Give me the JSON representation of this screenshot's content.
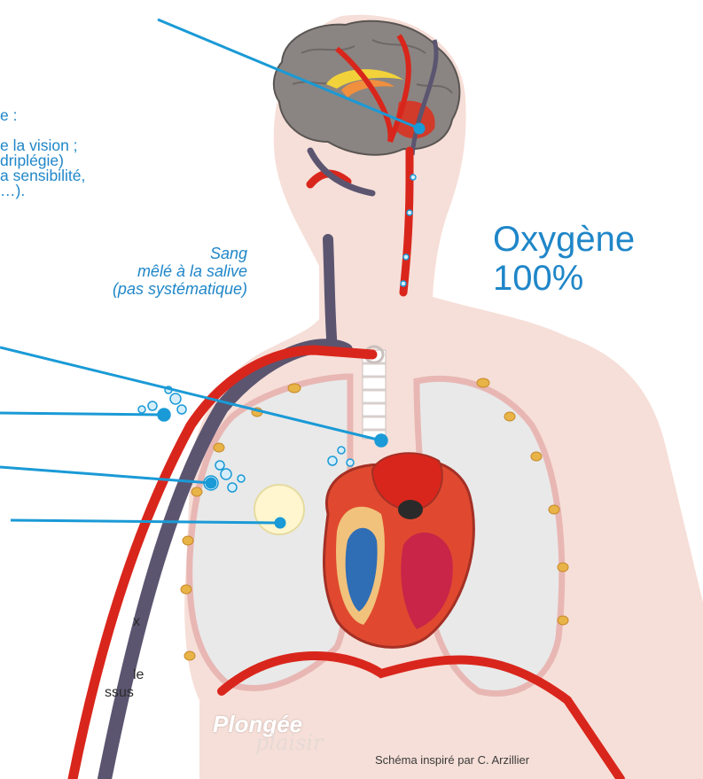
{
  "left_text": {
    "line1": "e :",
    "line2": "",
    "line3": "e la vision ;",
    "line4": "driplégie)",
    "line5": "a sensibilité,",
    "line6": "…)."
  },
  "saliva_label": {
    "line1": "Sang",
    "line2": "mêlé à la salive",
    "line3": "(pas systématique)"
  },
  "oxygen_label": {
    "line1": "Oxygène",
    "line2": "100%"
  },
  "bottom_left_notes": {
    "line1": "x",
    "line2": "",
    "line3": "",
    "line4": "le",
    "line5": "ssus"
  },
  "logo": {
    "word1": "Plongée",
    "word2": "plaisir"
  },
  "credit": "Schéma inspiré par C. Arzillier",
  "colors": {
    "pointer_line": "#1a9ad6",
    "text_blue": "#1f86c8",
    "artery_red": "#d9261c",
    "vein_purple": "#5b5570",
    "skin": "#f6dfd8",
    "lung": "#e8e8e8",
    "heart_blue": "#2f6db5"
  }
}
